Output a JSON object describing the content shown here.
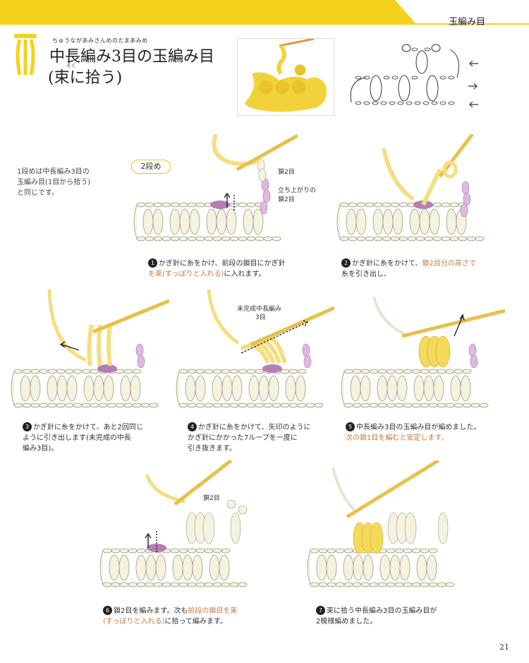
{
  "header": {
    "section_label": "玉編み目",
    "accent_color": "#f4d21c"
  },
  "title": {
    "ruby": "ちゅうながあみさんめのたまあみめ",
    "line1": "中長編み3目の玉編み目",
    "line2_ruby": "そく",
    "line2": "(束に拾う)"
  },
  "intro": {
    "lines": [
      "1段めは中長編み3目の",
      "玉編み目(1目から拾う)",
      "と同じです。"
    ]
  },
  "row_badge": "2段め",
  "steps": [
    {
      "num": "1",
      "text1": "かぎ針に糸をかけ、前段の鎖目にかぎ針",
      "hl": "を束(すっぽりと入れる)",
      "text2": "に入れます。",
      "callouts": [
        "鎖2目",
        "立ち上がりの",
        "鎖2目"
      ]
    },
    {
      "num": "2",
      "text1": "かぎ針に糸をかけて、",
      "hl": "鎖2目分の高さで",
      "text2": "糸を引き出し、"
    },
    {
      "num": "3",
      "text1": "かぎ針に糸をかけて、あと2回同じ",
      "text2": "ように引き出します(未完成の中長",
      "text3": "編み3目)。"
    },
    {
      "num": "4",
      "text1": "かぎ針に糸をかけて、矢印のように",
      "text2": "かぎ針にかかった7ループを一度に",
      "text3": "引き抜きます。",
      "callouts": [
        "未完成中長編み",
        "3目"
      ]
    },
    {
      "num": "5",
      "text1": "中長編み3目の玉編み目が編めました。",
      "hl": "次の鎖1目を編むと安定します。"
    },
    {
      "num": "6",
      "text1": "鎖2目を編みます。次も",
      "hl1": "前段の鎖目を束",
      "hl2": "(すっぽりと入れる)",
      "text2": "に拾って編みます。",
      "callouts": [
        "鎖2目"
      ]
    },
    {
      "num": "7",
      "text1": "束に拾う中長編み3目の玉編み目が",
      "text2": "2模様編めました。"
    }
  ],
  "page_number": "21"
}
